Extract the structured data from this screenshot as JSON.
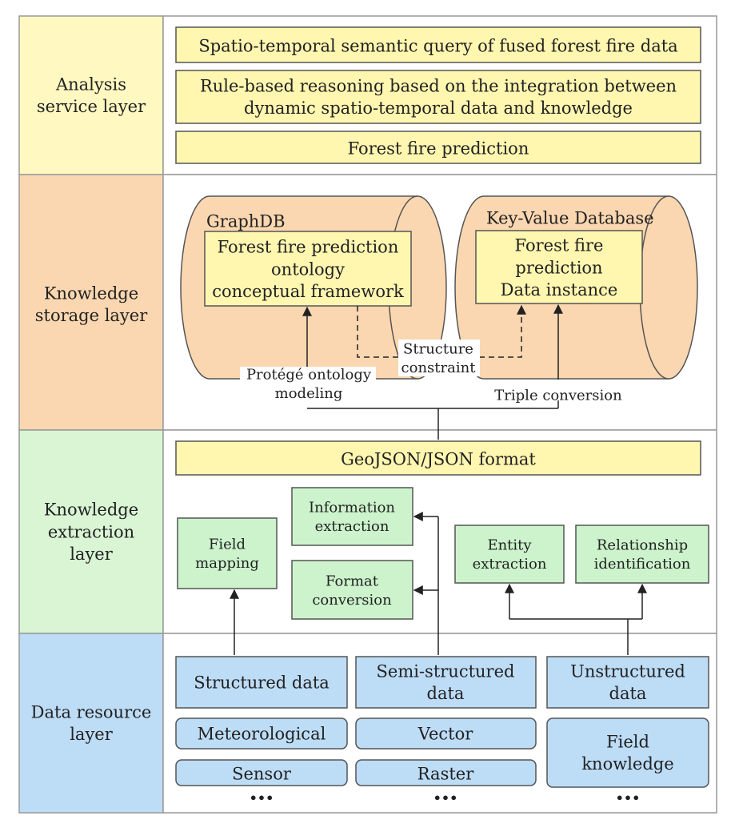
{
  "layers": {
    "analysis": {
      "label": [
        "Analysis",
        "service layer"
      ],
      "color": "#FFF8C0"
    },
    "storage": {
      "label": [
        "Knowledge",
        "storage layer"
      ],
      "color": "#FAD7B0"
    },
    "extraction": {
      "label": [
        "Knowledge",
        "extraction",
        "layer"
      ],
      "color": "#D9F5D4"
    },
    "resource": {
      "label": [
        "Data resource",
        "layer"
      ],
      "color": "#BDDCF6"
    }
  },
  "analysis_boxes": {
    "query": [
      "Spatio-temporal semantic query of fused forest fire data"
    ],
    "reasoning": [
      "Rule-based reasoning based on the integration between",
      "dynamic spatio-temporal data and knowledge"
    ],
    "prediction": [
      "Forest fire prediction"
    ]
  },
  "storage": {
    "graphdb": {
      "title": "GraphDB",
      "inner": [
        "Forest fire prediction",
        "ontology",
        "conceptual framework"
      ]
    },
    "kvdb": {
      "title": "Key-Value Database",
      "inner": [
        "Forest fire",
        "prediction",
        "Data instance"
      ]
    },
    "labels": {
      "structure": [
        "Structure",
        "constraint"
      ],
      "protege": [
        "Protégé ontology",
        "modeling"
      ],
      "triple": [
        "Triple conversion"
      ]
    }
  },
  "extraction": {
    "geojson": [
      "GeoJSON/JSON format"
    ],
    "field_mapping": [
      "Field",
      "mapping"
    ],
    "information_extraction": [
      "Information",
      "extraction"
    ],
    "format_conversion": [
      "Format",
      "conversion"
    ],
    "entity_extraction": [
      "Entity",
      "extraction"
    ],
    "relationship_identification": [
      "Relationship",
      "identification"
    ]
  },
  "resources": {
    "structured": {
      "header": [
        "Structured data"
      ],
      "items": [
        "Meteorological",
        "Sensor"
      ],
      "more": "•••"
    },
    "semi": {
      "header": [
        "Semi-structured",
        "data"
      ],
      "items": [
        "Vector",
        "Raster"
      ],
      "more": "•••"
    },
    "unstructured": {
      "header": [
        "Unstructured",
        "data"
      ],
      "items": [
        "Field",
        "knowledge"
      ],
      "more": "•••"
    }
  },
  "colors": {
    "yellow_box": "#FFF6B0",
    "orange": "#FAD7B0",
    "green_box": "#CCF3CC",
    "blue_box": "#BDDCF6",
    "border": "#555555",
    "arrow": "#222222"
  }
}
